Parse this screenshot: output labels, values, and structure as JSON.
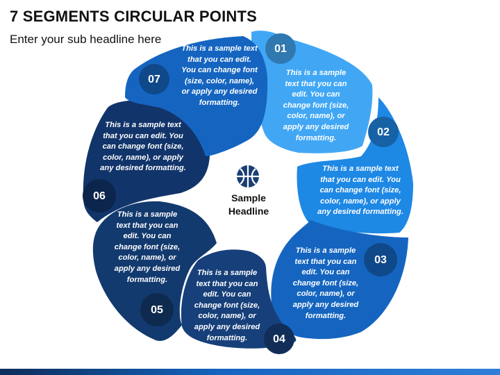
{
  "title": "7 SEGMENTS CIRCULAR POINTS",
  "subtitle": "Enter your sub headline here",
  "center": {
    "icon": "basketball-icon",
    "title_line1": "Sample",
    "title_line2": "Headline"
  },
  "segments": [
    {
      "number": "01",
      "text": "This is a sample text that you can edit. You can change font (size, color, name), or apply any desired formatting.",
      "color": "#41a7f5"
    },
    {
      "number": "02",
      "text": "This is a sample text that you can edit. You can change font (size, color, name), or apply any desired formatting.",
      "color": "#1e88e5"
    },
    {
      "number": "03",
      "text": "This is a sample text that you can edit. You can change font (size, color, name), or apply any desired formatting.",
      "color": "#1565c0"
    },
    {
      "number": "04",
      "text": "This is a sample text that you can edit. You can change font (size, color, name), or apply any desired formatting.",
      "color": "#17407a"
    },
    {
      "number": "05",
      "text": "This is a sample text that you can edit. You can change font (size, color, name), or apply any desired formatting.",
      "color": "#133a6e"
    },
    {
      "number": "06",
      "text": "This is a sample text that you can edit. You can change font (size, color, name), or apply any desired formatting.",
      "color": "#11346a"
    },
    {
      "number": "07",
      "text": "This is a sample text that you can edit. You can change font (size, color, name), or apply any desired formatting.",
      "color": "#1565c0"
    }
  ]
}
